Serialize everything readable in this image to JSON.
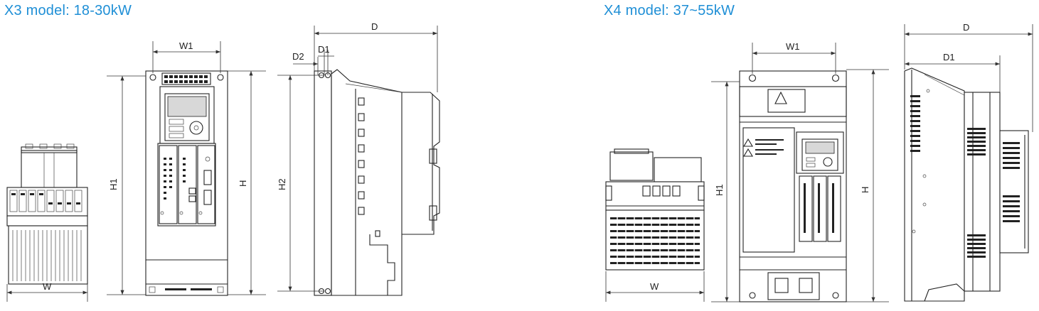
{
  "titles": {
    "x3": "X3 model: 18-30kW",
    "x4": "X4 model: 37~55kW"
  },
  "x3": {
    "bottom_view": {
      "w_label": "W"
    },
    "front_view": {
      "w1_label": "W1",
      "h1_label": "H1",
      "h_label": "H"
    },
    "side_view": {
      "d_label": "D",
      "d1_label": "D1",
      "d2_label": "D2",
      "h2_label": "H2"
    }
  },
  "x4": {
    "bottom_view": {
      "w_label": "W"
    },
    "front_view": {
      "w1_label": "W1",
      "h1_label": "H1",
      "h_label": "H"
    },
    "side_view": {
      "d_label": "D",
      "d1_label": "D1"
    }
  },
  "colors": {
    "title": "#1f8fd6",
    "line": "#222222"
  }
}
